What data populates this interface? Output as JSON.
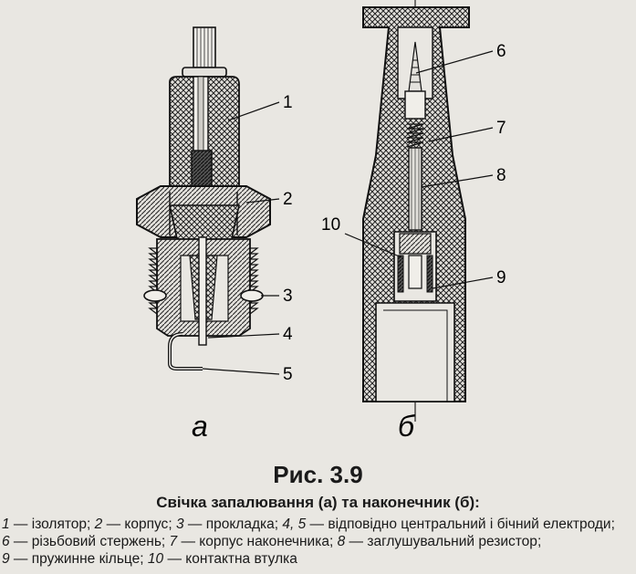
{
  "figure": {
    "number": "Рис. 3.9",
    "title": "Свічка запалювання (а) та наконечник (б):",
    "sublabels": {
      "a": "а",
      "b": "б"
    },
    "callouts_a": [
      "1",
      "2",
      "3",
      "4",
      "5"
    ],
    "callouts_b": [
      "6",
      "7",
      "8",
      "9",
      "10"
    ],
    "legend": [
      {
        "n": "1",
        "text": "ізолятор"
      },
      {
        "n": "2",
        "text": "корпус"
      },
      {
        "n": "3",
        "text": "прокладка"
      },
      {
        "n": "4, 5",
        "text": "відповідно центральний і бічний електроди"
      },
      {
        "n": "6",
        "text": "різьбовий стержень"
      },
      {
        "n": "7",
        "text": "корпус наконечника"
      },
      {
        "n": "8",
        "text": "заглушувальний резистор"
      },
      {
        "n": "9",
        "text": "пружинне кільце"
      },
      {
        "n": "10",
        "text": "контактна втулка"
      }
    ]
  }
}
